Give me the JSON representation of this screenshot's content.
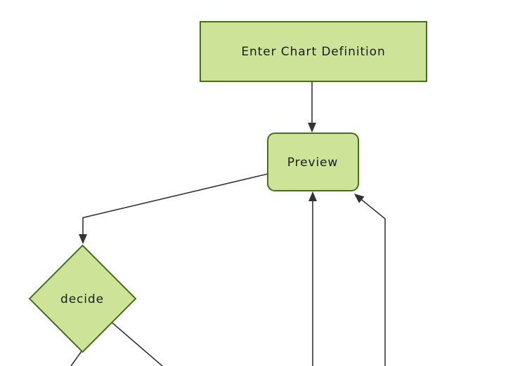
{
  "diagram": {
    "type": "flowchart",
    "direction": "top-down",
    "colors": {
      "background": "#ffffff",
      "node_fill": "#cde498",
      "node_border": "#44701f",
      "edge_line": "#333333",
      "label_text": "#1b1b1b"
    },
    "nodes": [
      {
        "id": "enter-chart-definition",
        "shape": "rectangle",
        "label": "Enter Chart Definition"
      },
      {
        "id": "preview",
        "shape": "rounded-rectangle",
        "label": "Preview"
      },
      {
        "id": "decide",
        "shape": "diamond",
        "label": "decide"
      }
    ],
    "edges": [
      {
        "name": "enter-chart-definition to preview",
        "arrowhead": true
      },
      {
        "name": "preview to decide",
        "arrowhead": true
      },
      {
        "name": "offscreen-bottom to preview (center return)",
        "arrowhead": true
      },
      {
        "name": "offscreen-bottom to preview (right return)",
        "arrowhead": true
      },
      {
        "name": "decide to offscreen-bottom-left",
        "arrowhead": false
      },
      {
        "name": "decide to offscreen-bottom-right",
        "arrowhead": false
      }
    ]
  }
}
